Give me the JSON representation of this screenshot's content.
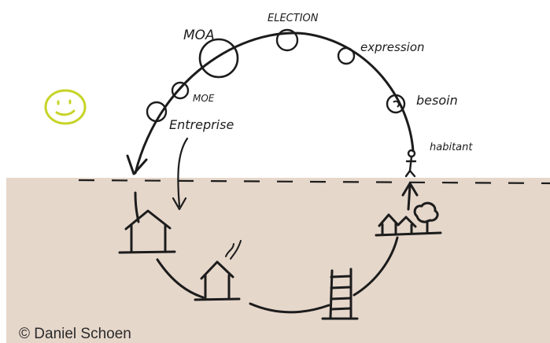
{
  "diagram": {
    "sky_labels": {
      "moa": "MOA",
      "election": "ELECTION",
      "expression": "expression",
      "besoin": "besoin",
      "moe": "MOE",
      "entreprise": "Entreprise",
      "habitant": "habitant"
    },
    "colors": {
      "ground": "#e6d7cb",
      "ink": "#1c1c1c",
      "smiley": "#c7d428"
    }
  },
  "footer": {
    "copyright": "© Daniel Schoen"
  }
}
